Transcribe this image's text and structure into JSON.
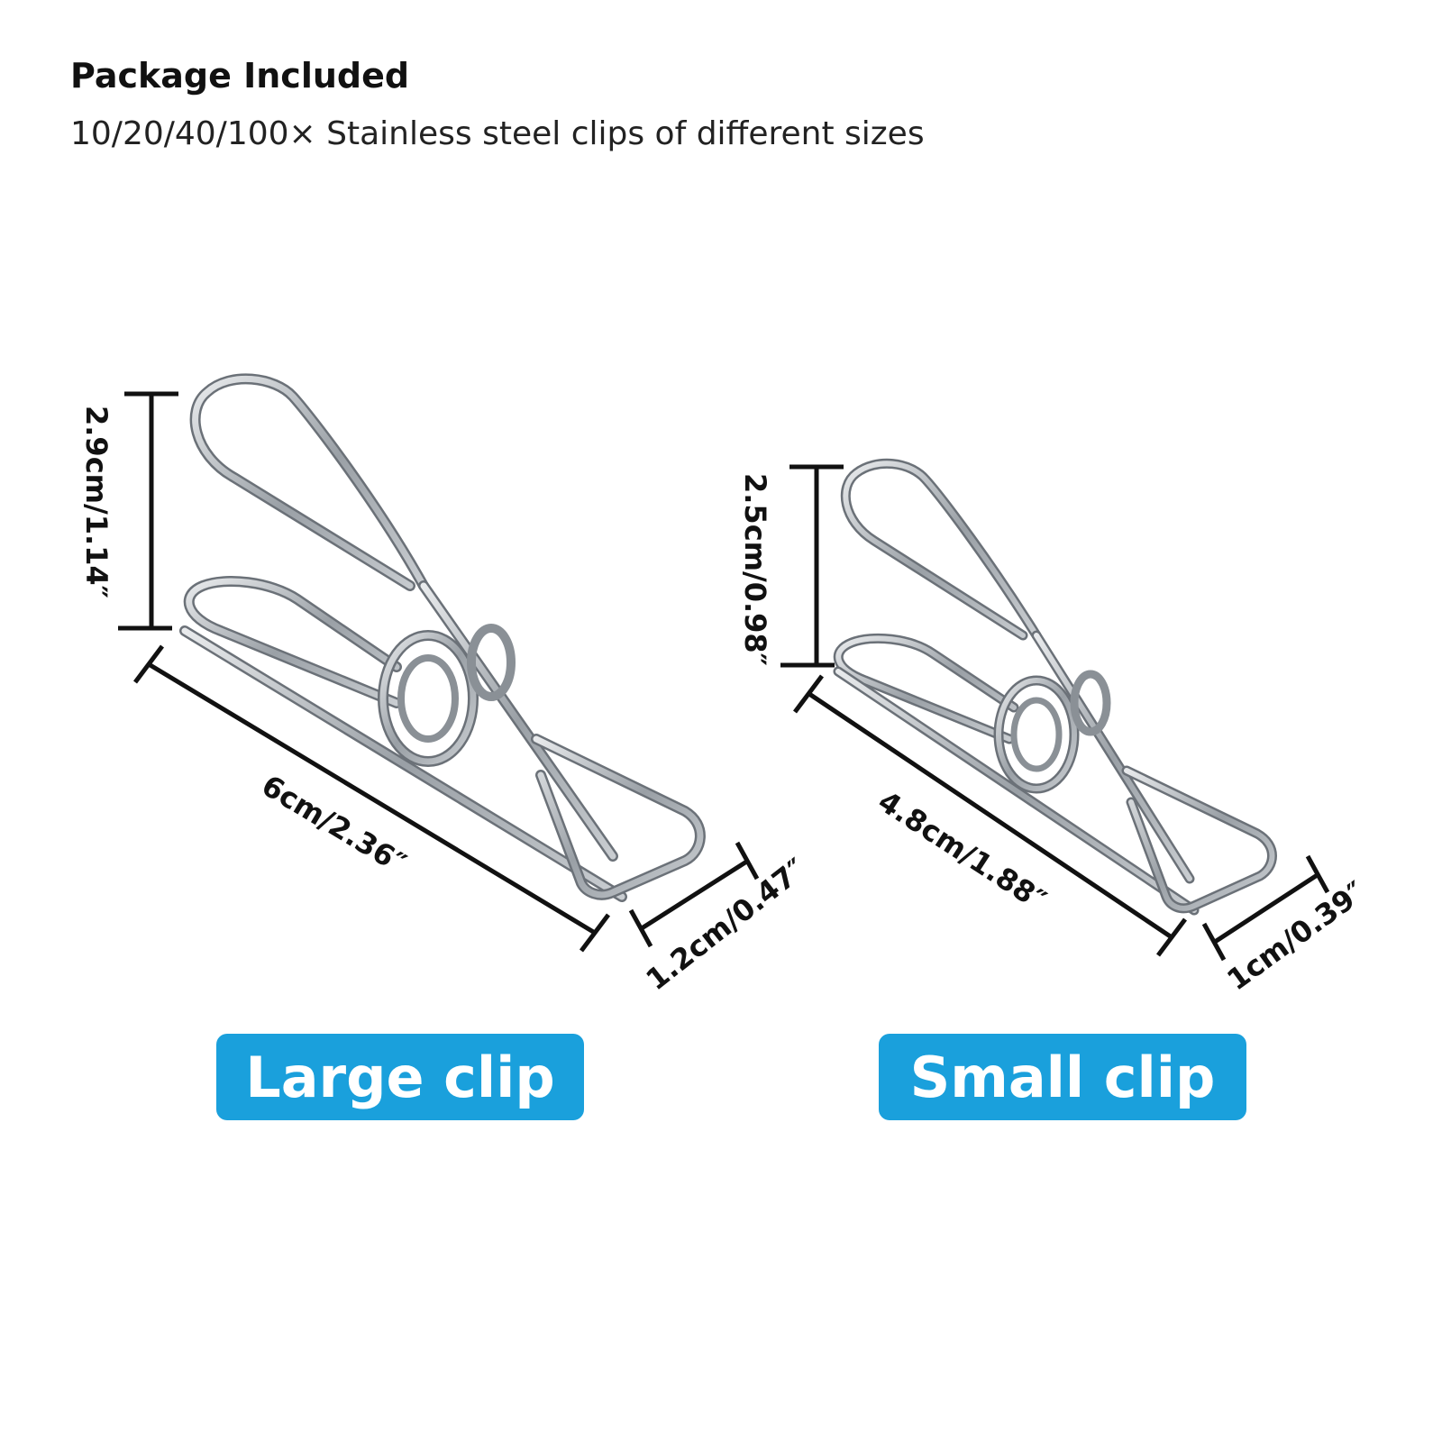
{
  "header": {
    "title": "Package Included",
    "subtitle": "10/20/40/100× Stainless steel clips of different sizes"
  },
  "large_clip": {
    "label": "Large clip",
    "height_dim": "2.9cm/1.14″",
    "length_dim": "6cm/2.36″",
    "width_dim": "1.2cm/0.47″"
  },
  "small_clip": {
    "label": "Small clip",
    "height_dim": "2.5cm/0.98″",
    "length_dim": "4.8cm/1.88″",
    "width_dim": "1cm/0.39″"
  },
  "colors": {
    "badge": "#1aa0dc",
    "steel": "#9aa0a6"
  }
}
